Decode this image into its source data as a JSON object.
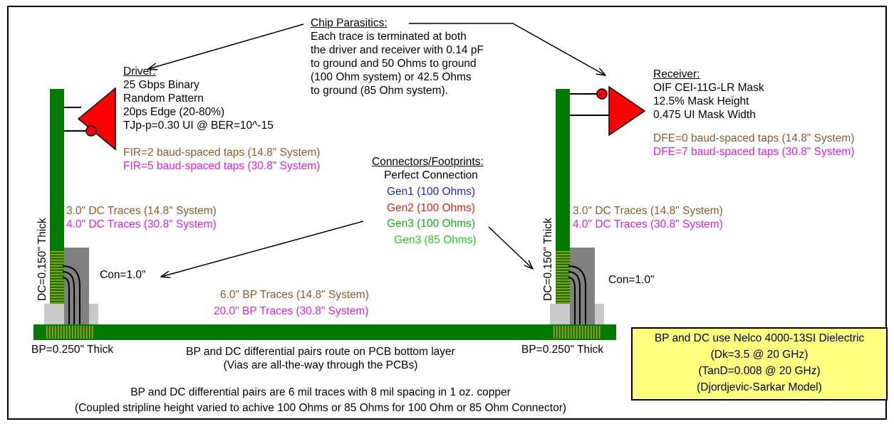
{
  "chip_parasitics": {
    "title": "Chip Parasitics:",
    "lines": [
      "Each trace is terminated at both",
      "the driver and receiver with 0.14 pF",
      "to ground and 50 Ohms to ground",
      "(100 Ohm system) or 42.5 Ohms",
      "to ground (85 Ohm system)."
    ]
  },
  "driver": {
    "title": "Driver:",
    "lines": [
      "25 Gbps Binary",
      "Random Pattern",
      "20ps Edge (20-80%)",
      "TJp-p=0.30 UI @ BER=10^-15"
    ],
    "fir_14": "FIR=2 baud-spaced taps (14.8\" System)",
    "fir_30": "FIR=5 baud-spaced taps (30.8\" System)"
  },
  "receiver": {
    "title": "Receiver:",
    "lines": [
      "OIF CEI-11G-LR Mask",
      "12.5% Mask Height",
      "0.475 UI Mask Width"
    ],
    "dfe_14": "DFE=0 baud-spaced taps (14.8\" System)",
    "dfe_30": "DFE=7 baud-spaced taps (30.8\" System)"
  },
  "connectors": {
    "title": "Connectors/Footprints:",
    "items": [
      "Perfect Connection",
      "Gen1 (100 Ohms)",
      "Gen2 (100 Ohms)",
      "Gen3 (100 Ohms)",
      "Gen3 (85 Ohms)"
    ]
  },
  "dc_traces_left": [
    "3.0\" DC Traces (14.8\" System)",
    "4.0\" DC Traces (30.8\" System)"
  ],
  "dc_traces_right": [
    "3.0\" DC Traces (14.8\" System)",
    "4.0\" DC Traces (30.8\" System)"
  ],
  "dc_thickness": "DC=0.150\" Thick",
  "con_length": "Con=1.0\"",
  "bp_traces": [
    "6.0\" BP Traces (14.8\" System)",
    "20.0\" BP Traces (30.8\" System)"
  ],
  "bp_thickness": "BP=0.250\" Thick",
  "routing_notes": [
    "BP and DC differential pairs route on PCB bottom layer",
    "(Vias are all-the-way through the PCBs)"
  ],
  "trace_notes": [
    "BP and DC differential pairs are 6 mil traces with 8 mil spacing in 1 oz. copper",
    "(Coupled stripline height varied to achive 100 Ohms or 85 Ohms for 100 Ohm or 85 Ohm Connector)"
  ],
  "material": [
    "BP and DC use Nelco 4000-13SI Dielectric",
    "(Dk=3.5 @ 20 GHz)",
    "(TanD=0.008 @ 20 GHz)",
    "(Djordjevic-Sarkar Model)"
  ],
  "colors": {
    "pcb_green": "#007A00",
    "trace_gold": "#C8A000",
    "connector_gray": "#808080",
    "footprint_gray": "#C8C8C8",
    "buffer_red": "#FF0000",
    "note_yellow": "#FFFF80",
    "brown_text": "#8B5A2B",
    "magenta_text": "#E020E0"
  }
}
